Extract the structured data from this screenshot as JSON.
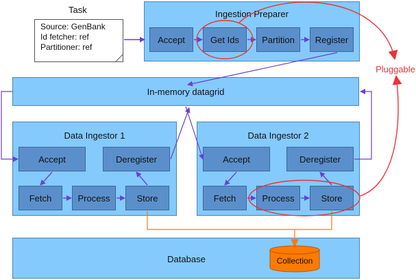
{
  "task": {
    "title": "Task",
    "lines": [
      "Source: GenBank",
      "Id fetcher: ref",
      "Partitioner: ref"
    ]
  },
  "ingestion_preparer": {
    "title": "Ingestion Preparer",
    "steps": [
      "Accept",
      "Get Ids",
      "Partition",
      "Register"
    ]
  },
  "datagrid": {
    "label": "In-memory datagrid"
  },
  "data_ingestor_1": {
    "title": "Data Ingestor 1",
    "accept": "Accept",
    "deregister": "Deregister",
    "fetch": "Fetch",
    "process": "Process",
    "store": "Store"
  },
  "data_ingestor_2": {
    "title": "Data Ingestor 2",
    "accept": "Accept",
    "deregister": "Deregister",
    "fetch": "Fetch",
    "process": "Process",
    "store": "Store"
  },
  "database": {
    "label": "Database",
    "collection": "Collection"
  },
  "pluggable_label": "Pluggable",
  "colors": {
    "panel": "#84cafc",
    "box": "#5b8fcc",
    "arrow": "#6a3fd6",
    "highlight": "#e8343a",
    "db_link": "#ff7a00",
    "collection": "#ff7a00"
  }
}
